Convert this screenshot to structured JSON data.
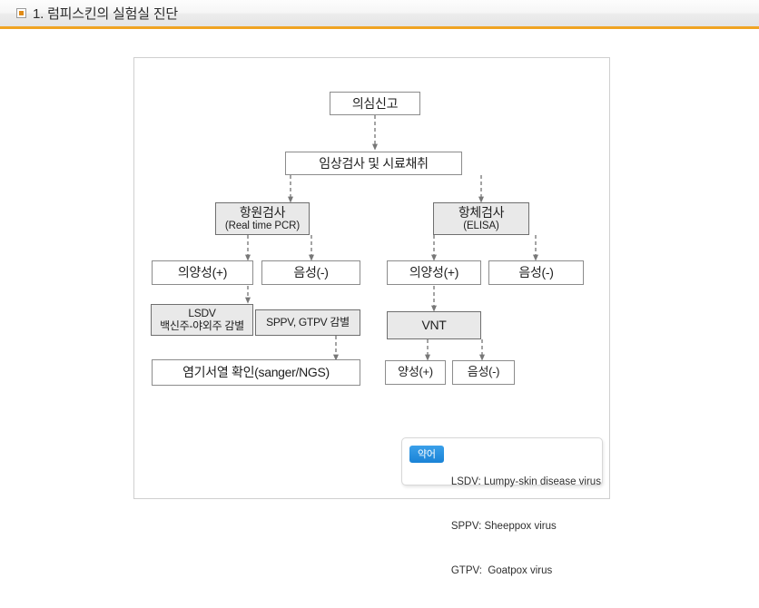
{
  "header": {
    "bullet_icon": "square-bullet-icon",
    "title": "1. 럼피스킨의 실험실 진단",
    "accent_color": "#f0a322"
  },
  "diagram": {
    "type": "flowchart",
    "shade_color": "#e9e9e9",
    "border_color": "#8c8c8c",
    "nodes": {
      "suspect_report": {
        "label": "의심신고"
      },
      "clinical_exam": {
        "label": "임상검사 및 시료채취"
      },
      "antigen_test": {
        "label": "항원검사",
        "sub": "(Real time PCR)"
      },
      "antibody_test": {
        "label": "항체검사",
        "sub": "(ELISA)"
      },
      "ag_suspect_positive": {
        "label": "의양성(+)"
      },
      "ag_negative": {
        "label": "음성(-)"
      },
      "ab_suspect_positive": {
        "label": "의양성(+)"
      },
      "ab_negative": {
        "label": "음성(-)"
      },
      "lsdv_diff": {
        "label": "LSDV",
        "sub": "백신주-야외주 감별"
      },
      "sppv_gtpv_diff": {
        "label": "SPPV, GTPV 감별"
      },
      "sequencing": {
        "label": "염기서열 확인(sanger/NGS)"
      },
      "vnt": {
        "label": "VNT"
      },
      "vnt_positive": {
        "label": "양성(+)"
      },
      "vnt_negative": {
        "label": "음성(-)"
      }
    },
    "legend": {
      "badge": "약어",
      "badge_color": "#1a83d6",
      "entries": [
        "LSDV: Lumpy-skin disease virus",
        "SPPV: Sheeppox virus",
        "GTPV:  Goatpox virus"
      ]
    }
  }
}
